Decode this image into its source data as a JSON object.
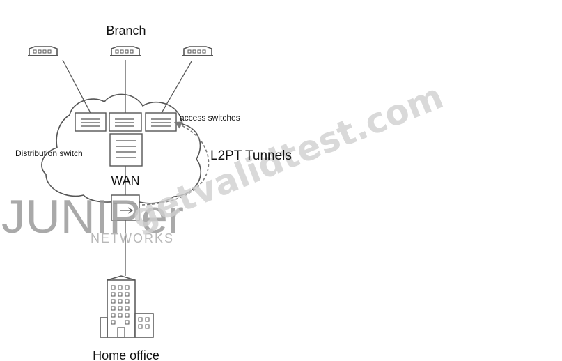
{
  "labels": {
    "branch": "Branch",
    "access_switches": "access switches",
    "distribution_switch": "Distribution switch",
    "l2pt_tunnels": "L2PT Tunnels",
    "wan": "WAN",
    "home_office": "Home office"
  },
  "watermark": {
    "site": "getvalidtest.com"
  },
  "logo": {
    "brand": "JUNIPer",
    "sub": "NETWORKS"
  },
  "colors": {
    "line": "#5a5a5a",
    "dashed": "#7a7a7a",
    "watermark": "#cfcfcf"
  }
}
